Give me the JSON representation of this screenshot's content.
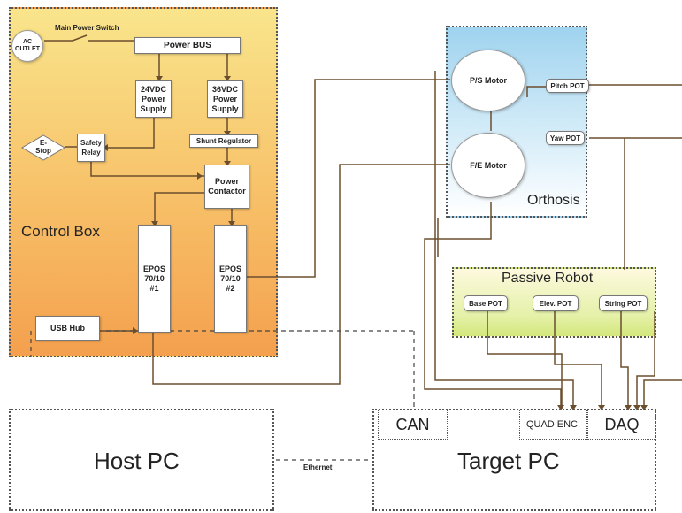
{
  "control_box": {
    "label": "Control Box",
    "ac_outlet": "AC\nOUTLET",
    "main_power_switch": "Main Power Switch",
    "power_bus": "Power BUS",
    "supply_24v": "24VDC\nPower\nSupply",
    "supply_36v": "36VDC\nPower\nSupply",
    "shunt_regulator": "Shunt Regulator",
    "estop": "E-\nStop",
    "safety_relay": "Safety\nRelay",
    "power_contactor": "Power\nContactor",
    "epos1": "EPOS\n70/10\n#1",
    "epos2": "EPOS\n70/10\n#2",
    "usb_hub": "USB Hub"
  },
  "orthosis": {
    "label": "Orthosis",
    "ps_motor": "P/S Motor",
    "fe_motor": "F/E Motor",
    "pitch_pot": "Pitch POT",
    "yaw_pot": "Yaw POT"
  },
  "passive_robot": {
    "label": "Passive Robot",
    "base_pot": "Base POT",
    "elev_pot": "Elev. POT",
    "string_pot": "String POT"
  },
  "host_pc": {
    "label": "Host PC"
  },
  "ethernet": {
    "label": "Ethernet"
  },
  "target_pc": {
    "label": "Target PC",
    "can": "CAN",
    "quad_enc": "QUAD ENC.",
    "daq": "DAQ"
  },
  "colors": {
    "control_box_top": "#f7dc7a",
    "control_box_bottom": "#f4a04e",
    "orthosis_top": "#a8d8f0",
    "orthosis_bottom": "#ffffff",
    "passive_robot_top": "#fcf8d6",
    "passive_robot_bottom": "#d6ea85",
    "wire": "#6b4e2e"
  }
}
